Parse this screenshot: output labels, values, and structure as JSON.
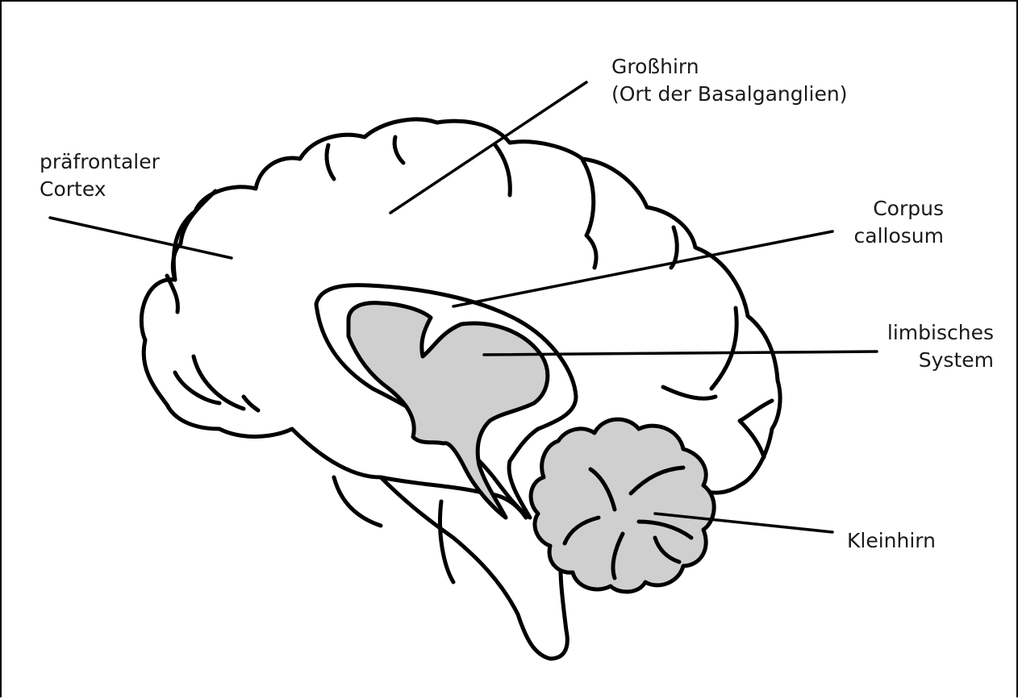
{
  "labels": {
    "grosshirn": {
      "line1": "Großhirn",
      "line2": "(Ort der Basalganglien)"
    },
    "praefrontal": {
      "line1": "präfrontaler",
      "line2": "Cortex"
    },
    "corpus": {
      "line1": "Corpus",
      "line2": "callosum"
    },
    "limbisch": {
      "line1": "limbisches",
      "line2": "System"
    },
    "kleinhirn": {
      "line1": "Kleinhirn"
    }
  },
  "colors": {
    "outline": "#000000",
    "fill_grey": "#cfcfcf",
    "background": "#ffffff"
  }
}
